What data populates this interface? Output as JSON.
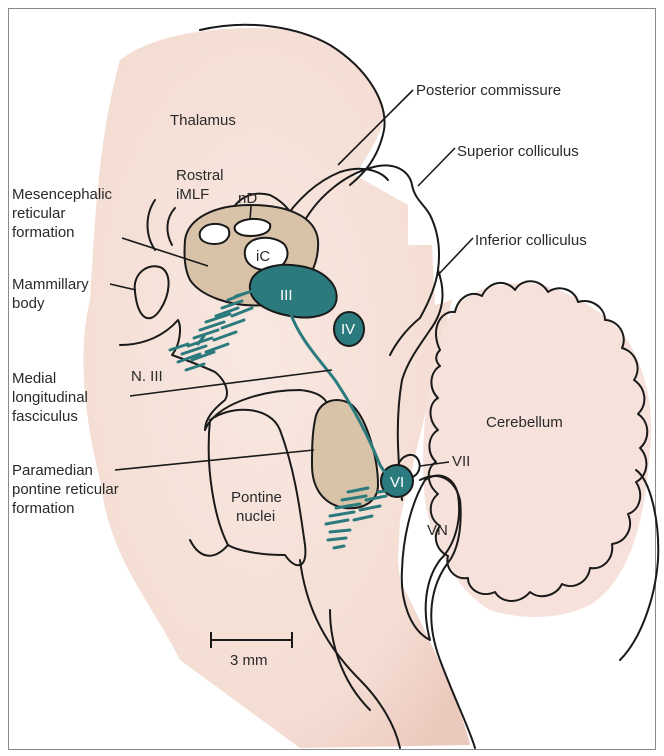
{
  "labels": {
    "thalamus": "Thalamus",
    "posterior_commissure": "Posterior commissure",
    "superior_colliculus": "Superior colliculus",
    "inferior_colliculus": "Inferior colliculus",
    "rostral_imlf_line1": "Rostral",
    "rostral_imlf_line2": "iMLF",
    "nd": "nD",
    "ic": "iC",
    "mesencephalic_line1": "Mesencephalic",
    "mesencephalic_line2": "reticular",
    "mesencephalic_line3": "formation",
    "mammillary_line1": "Mammillary",
    "mammillary_line2": "body",
    "nucleus_iii": "III",
    "nucleus_iv": "IV",
    "nerve_iii": "N. III",
    "mlf_line1": "Medial",
    "mlf_line2": "longitudinal",
    "mlf_line3": "fasciculus",
    "cerebellum": "Cerebellum",
    "vii": "VII",
    "nucleus_vi": "VI",
    "vn": "VN",
    "paramedian_line1": "Paramedian",
    "paramedian_line2": "pontine reticular",
    "paramedian_line3": "formation",
    "pontine_line1": "Pontine",
    "pontine_line2": "nuclei",
    "scale_bar": "3 mm"
  },
  "colors": {
    "tissue": "#f7e5de",
    "tissue_shadow": "#ecc8bc",
    "nucleus_tan": "#d8c2a8",
    "teal": "#2b7a7d",
    "outline": "#1a1a1a"
  }
}
